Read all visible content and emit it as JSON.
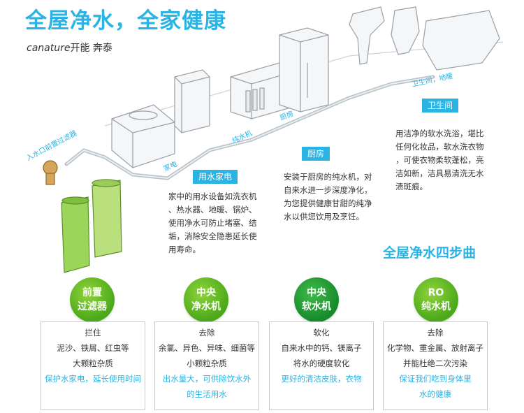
{
  "header": {
    "headline": "全屋净水，全家健康",
    "brand_en": "canature",
    "brand_cn": "开能 奔泰"
  },
  "illustration": {
    "pipe_labels": [
      "入水口前置过滤器",
      "家电",
      "纯水机",
      "厨房",
      "卫生间，地暖"
    ]
  },
  "zones": [
    {
      "tag": "用水家电",
      "desc": [
        "家中的用水设备如洗衣机",
        "、热水器、地暖、锅炉、",
        "使用净水可防止堵塞、结",
        "垢，消除安全隐患延长使",
        "用寿命。"
      ]
    },
    {
      "tag": "厨房",
      "desc": [
        "安装于厨房的纯水机，对",
        "自来水进一步深度净化，",
        "为您提供健康甘甜的纯净",
        "水以供您饮用及烹饪。"
      ]
    },
    {
      "tag": "卫生间",
      "desc": [
        "用洁净的软水洗浴，堪比",
        "任何化妆品，软水洗衣物",
        "，可使衣物柔软蓬松，亮",
        "洁如新，洁具易清洗无水",
        "渍斑痕。"
      ]
    }
  ],
  "steps_title": "全屋净水四步曲",
  "steps": [
    {
      "line1": "前置",
      "line2": "过滤器",
      "lines": [
        "拦住",
        "泥沙、铁屑、红虫等",
        "大颗粒杂质"
      ],
      "highlight": [
        "保护水家电，延长使用时间"
      ]
    },
    {
      "line1": "中央",
      "line2": "净水机",
      "lines": [
        "去除",
        "余氯、异色、异味、细菌等",
        "小颗粒杂质"
      ],
      "highlight": [
        "出水量大，可供除饮水外",
        "的生活用水"
      ]
    },
    {
      "line1": "中央",
      "line2": "软水机",
      "lines": [
        "软化",
        "自来水中的钙、镁离子",
        "将水的硬度软化"
      ],
      "highlight": [
        "更好的清洁皮肤，衣物"
      ]
    },
    {
      "line1": "RO",
      "line2": "纯水机",
      "lines": [
        "去除",
        "化学物、重金属、放射离子",
        "并能杜绝二次污染"
      ],
      "highlight": [
        "保证我们吃到身体里",
        "水的健康"
      ]
    }
  ],
  "colors": {
    "accent": "#2bb3e3",
    "green": "#4aa81a",
    "dark_green": "#178a2c"
  }
}
